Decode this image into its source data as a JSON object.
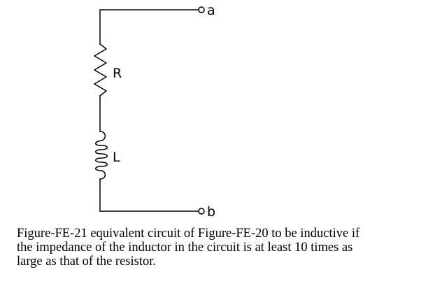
{
  "circuit": {
    "terminal_a": "a",
    "terminal_b": "b",
    "resistor_label": "R",
    "inductor_label": "L",
    "wire_color": "#000000"
  },
  "caption": {
    "lines": [
      "Figure-FE-21 equivalent circuit of Figure-FE-20  to be inductive if",
      "the impedance of the inductor in the circuit is at least 10 times as",
      "large as that of the resistor."
    ]
  }
}
